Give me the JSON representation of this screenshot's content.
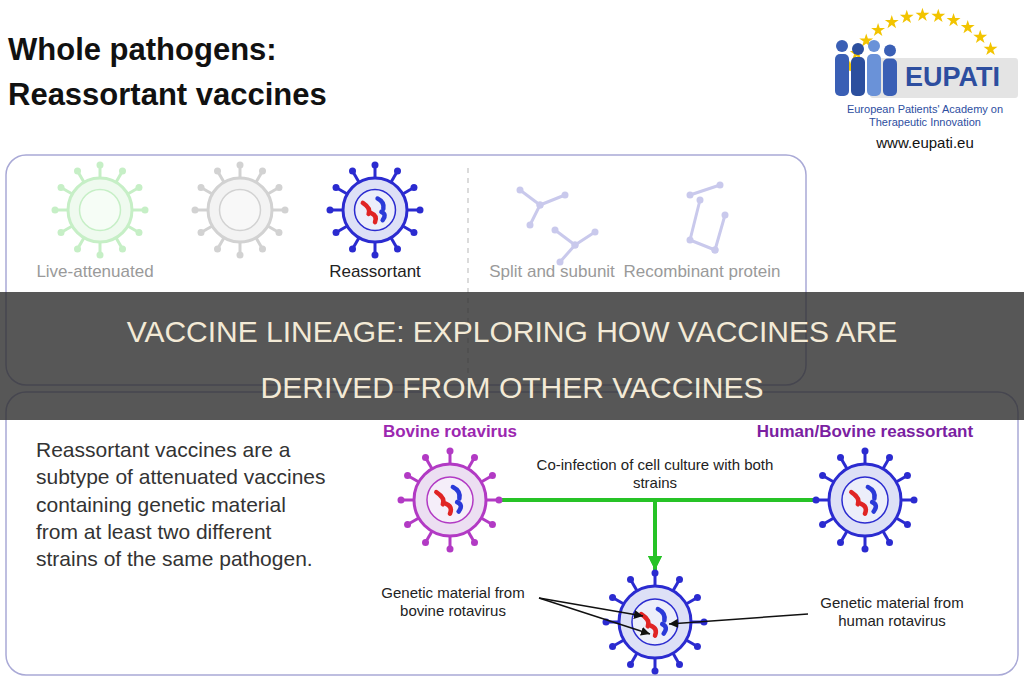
{
  "diagram": {
    "title": "Whole pathogens: Reassortant vaccines",
    "caption": "VACCINE LINEAGE: EXPLORING HOW VACCINES ARE DERIVED FROM OTHER VACCINES",
    "nodes": [
      {
        "text": [
          "Bovine rotavirus"
        ]
      },
      {
        "text": [
          "Human/Bovine reassortant"
        ]
      },
      {
        "text": [
          "Genetic material from bovine rotavirus",
          "Genetic material from human rotavirus"
        ]
      }
    ],
    "edges": [
      {
        "from": 0,
        "to": 2,
        "arrow": "to",
        "label": "Co-infection of cell culture with both strains"
      },
      {
        "from": 1,
        "to": 2,
        "arrow": "to"
      }
    ],
    "labels": [
      "Live-attenuated",
      "Reassortant",
      "Split and subunit",
      "Recombinant protein",
      "Reassortant vaccines are a subtype of attenuated vaccines containing genetic material from at least two different strains of the same pathogen.",
      "EUPATI",
      "European Patients' Academy on Therapeutic Innovation",
      "www.eupati.eu"
    ]
  }
}
